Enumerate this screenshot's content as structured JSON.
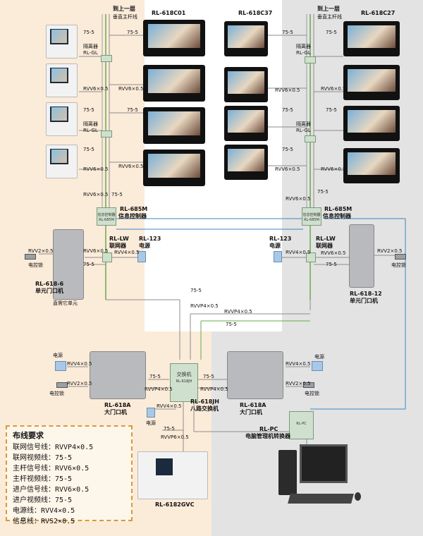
{
  "top": {
    "up_left": "到上一层",
    "trunk_left": "垂直主杆线",
    "up_right": "到上一层",
    "trunk_right": "垂直主杆线"
  },
  "models": {
    "m1": "RL-618C01",
    "m2": "RL-618C37",
    "m3": "RL-618C27",
    "info_left_model": "RL-685M",
    "info_left_name": "信息控制器",
    "info_right_model": "RL-685M",
    "info_right_name": "信息控制器",
    "lw_left_model": "RL-LW",
    "lw_left_name": "联网器",
    "lw_right_model": "RL-LW",
    "lw_right_name": "联网器",
    "ps_left_model": "RL-123",
    "ps_left_name": "电源",
    "ps_right_model": "RL-123",
    "ps_right_name": "电源",
    "unit_left_model": "RL-618-6",
    "unit_left_name": "单元门口机",
    "unit_left_note": "直需它单元",
    "unit_right_model": "RL-618-12",
    "unit_right_name": "单元门口机",
    "main_left_model": "RL-618A",
    "main_left_name": "大门口机",
    "main_right_model": "RL-618A",
    "main_right_name": "大门口机",
    "switch_model": "RL-618JH",
    "switch_name": "八路交换机",
    "switch_box": "交换机",
    "switch_box_sub": "RL-618JH",
    "pc_model": "RL-PC",
    "pc_name": "电脑管理机转换器",
    "pc_box": "RL-PC",
    "guard": "RL-6182GVC",
    "info_box": "信息控制器",
    "info_box_sub": "RL-685M"
  },
  "labels": {
    "isolator": "隔离器",
    "isolator_model": "RL-GL",
    "iso_small": "RL-GL",
    "w755": "75-5",
    "rvv6": "RVV6×0.5",
    "rvv2": "RVV2×0.5",
    "rvv4": "RVV4×0.5",
    "rvvp4": "RVVP4×0.5",
    "rvvp6": "RVVP6×0.5",
    "lock": "电控锁",
    "power": "电源"
  },
  "legend": {
    "title": "布线要求",
    "rows": [
      "联网信号线：RVVP4×0.5",
      "联网视频线：75-5",
      "主杆信号线：RVV6×0.5",
      "主杆视频线：75-5",
      "进户信号线：RVV6×0.5",
      "进户视频线：75-5",
      "电源线：RVV4×0.5",
      "信息线：RVS2×0.5"
    ]
  },
  "colors": {
    "left_bg": "#fbebd9",
    "right_bg": "#e3e3e3",
    "wire_green": "#6aa84f",
    "wire_blue": "#3d85c6",
    "wire_gray": "#8c8c8c",
    "legend_border": "#d79a3a"
  }
}
